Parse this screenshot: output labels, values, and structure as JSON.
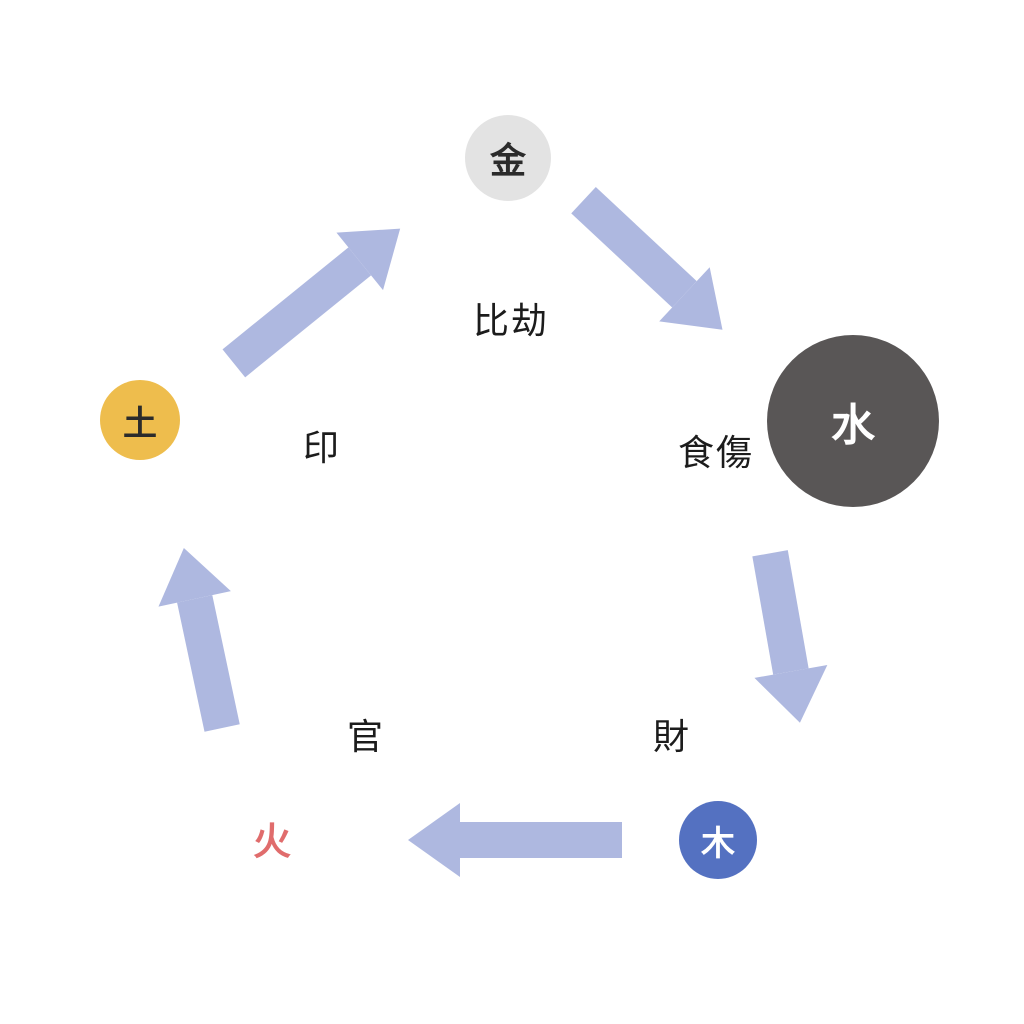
{
  "diagram": {
    "description": "Five elements generating cycle with ten-gods relation labels",
    "arrow_color": "#aeb8e0",
    "nodes": [
      {
        "id": "metal",
        "label": "金",
        "bg": "#e3e3e3",
        "fg": "#2b2b2b",
        "shape": "circle"
      },
      {
        "id": "water",
        "label": "水",
        "bg": "#595656",
        "fg": "#ffffff",
        "shape": "circle"
      },
      {
        "id": "wood",
        "label": "木",
        "bg": "#5471c1",
        "fg": "#ffffff",
        "shape": "circle"
      },
      {
        "id": "fire",
        "label": "火",
        "bg": "transparent",
        "fg": "#e06c6c",
        "shape": "text"
      },
      {
        "id": "earth",
        "label": "土",
        "bg": "#eebd4d",
        "fg": "#2b2b2b",
        "shape": "circle"
      }
    ],
    "relation_labels": [
      {
        "id": "bijie",
        "label": "比劫"
      },
      {
        "id": "shishang",
        "label": "食傷"
      },
      {
        "id": "cai",
        "label": "財"
      },
      {
        "id": "guan",
        "label": "官"
      },
      {
        "id": "yin",
        "label": "印"
      }
    ],
    "arrows": [
      {
        "from": "earth",
        "to": "metal"
      },
      {
        "from": "metal",
        "to": "water"
      },
      {
        "from": "water",
        "to": "wood"
      },
      {
        "from": "wood",
        "to": "fire"
      },
      {
        "from": "fire",
        "to": "earth"
      }
    ]
  }
}
